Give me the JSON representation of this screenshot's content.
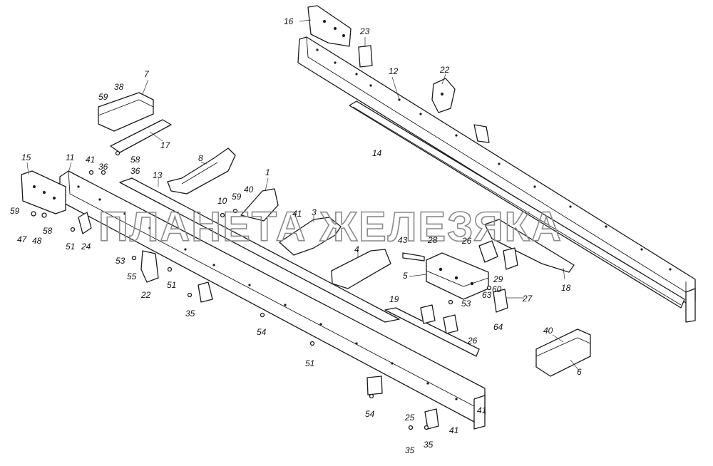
{
  "watermark": "ПЛАНЕТА ЖЕЛЕЗЯКА",
  "callouts": {
    "c1": "1",
    "c3": "3",
    "c4": "4",
    "c5": "5",
    "c6": "6",
    "c7": "7",
    "c8": "8",
    "c10": "10",
    "c11": "11",
    "c12": "12",
    "c13": "13",
    "c14": "14",
    "c15": "15",
    "c16": "16",
    "c17": "17",
    "c18": "18",
    "c19": "19",
    "c22a": "22",
    "c22b": "22",
    "c23": "23",
    "c24": "24",
    "c25": "25",
    "c26a": "26",
    "c26b": "26",
    "c27": "27",
    "c28": "28",
    "c29": "29",
    "c35a": "35",
    "c35b": "35",
    "c35c": "35",
    "c36a": "36",
    "c36b": "36",
    "c38": "38",
    "c40a": "40",
    "c40b": "40",
    "c41a": "41",
    "c41b": "41",
    "c41c": "41",
    "c41d": "41",
    "c43": "43",
    "c47": "47",
    "c48": "48",
    "c51a": "51",
    "c51b": "51",
    "c51c": "51",
    "c53a": "53",
    "c53b": "53",
    "c54a": "54",
    "c54b": "54",
    "c55": "55",
    "c58a": "58",
    "c58b": "58",
    "c59a": "59",
    "c59b": "59",
    "c59c": "59",
    "c60": "60",
    "c63": "63",
    "c64": "64"
  }
}
